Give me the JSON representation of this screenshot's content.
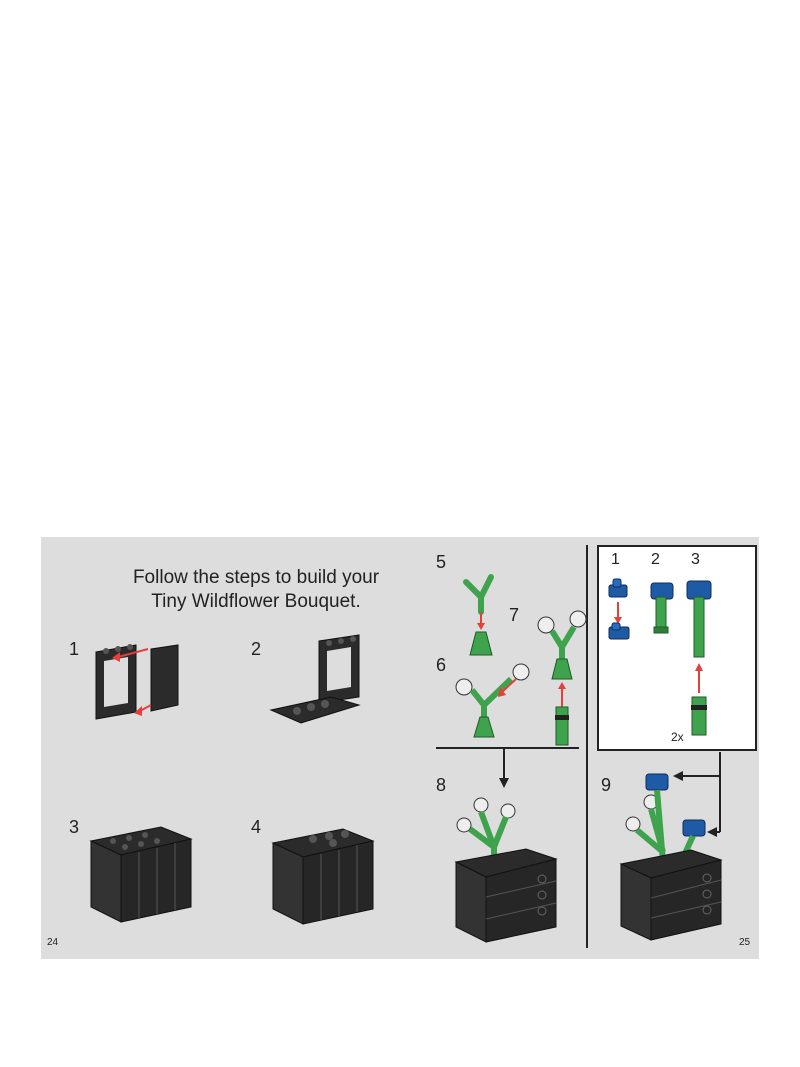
{
  "intro": {
    "line1": "Follow the steps to build your",
    "line2": "Tiny Wildflower Bouquet."
  },
  "steps": {
    "s1": "1",
    "s2": "2",
    "s3": "3",
    "s4": "4",
    "s5": "5",
    "s6": "6",
    "s7": "7",
    "s8": "8",
    "s9": "9"
  },
  "sub_steps": {
    "b1": "1",
    "b2": "2",
    "b3": "3",
    "multiplier": "2x"
  },
  "pages": {
    "left": "24",
    "right": "25"
  },
  "colors": {
    "background": "#dddddd",
    "brick": "#2b2b2b",
    "stem": "#3fa34d",
    "flower": "#1f5aa6",
    "arrow": "#e0413a"
  }
}
